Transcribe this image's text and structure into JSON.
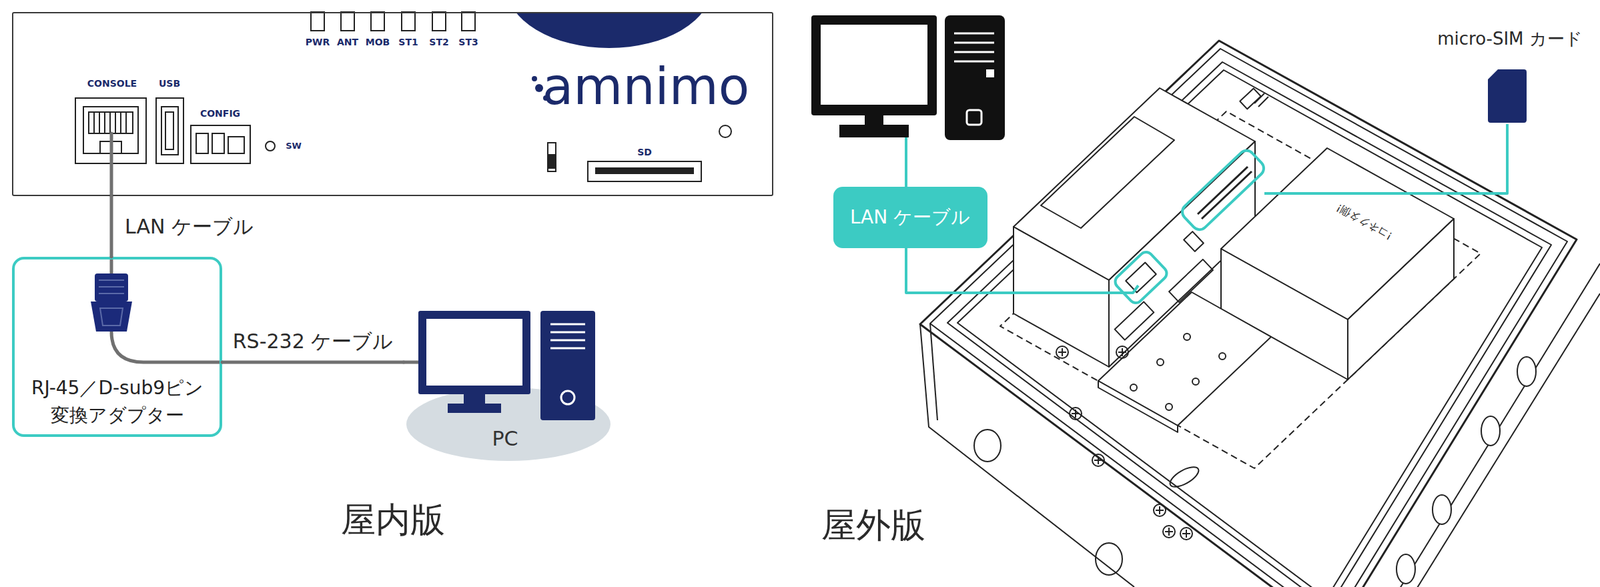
{
  "diagram": {
    "nodes": [
      {
        "text": [
          "PWR",
          "ANT",
          "MOB",
          "ST1",
          "ST2",
          "ST3",
          "CONSOLE",
          "USB",
          "CONFIG",
          "SW",
          "amnimo",
          "SD"
        ]
      },
      {
        "text": [
          "RJ-45／D-sub9ピン 変換アダプター"
        ]
      },
      {
        "text": [
          "PC"
        ]
      },
      {
        "text": [
          "LAN ケーブル"
        ]
      }
    ],
    "edges": [
      {
        "from": 0,
        "to": 1,
        "arrow": "none",
        "label": "LAN ケーブル"
      },
      {
        "from": 1,
        "to": 2,
        "arrow": "none",
        "label": "RS-232 ケーブル"
      }
    ],
    "labels": [
      "屋内版",
      "屋外版",
      "micro-SIM カード",
      "!コネクタ側!"
    ]
  }
}
